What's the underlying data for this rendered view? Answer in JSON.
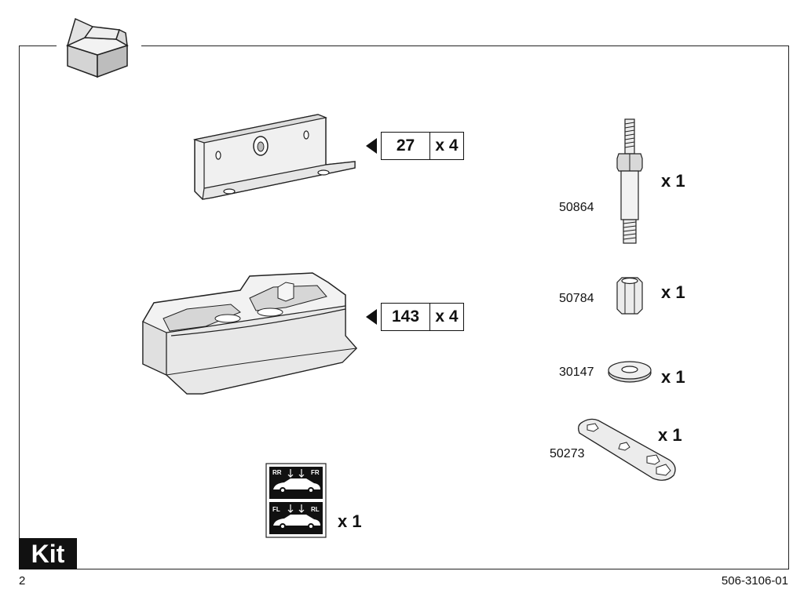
{
  "items": {
    "bracket": {
      "number": "27",
      "quantity": "x 4"
    },
    "foot_pad": {
      "number": "143",
      "quantity": "x 4"
    },
    "bolt": {
      "part_number": "50864",
      "quantity": "x 1"
    },
    "nut": {
      "part_number": "50784",
      "quantity": "x 1"
    },
    "washer": {
      "part_number": "30147",
      "quantity": "x 1"
    },
    "wrench": {
      "part_number": "50273",
      "quantity": "x 1"
    },
    "sticker": {
      "quantity": "x 1",
      "labels": [
        "RR",
        "FR",
        "FL",
        "RL"
      ]
    }
  },
  "kit_label": "Kit",
  "footer": {
    "page": "2",
    "doc_code": "506-3106-01"
  },
  "icons": [
    "open-box-icon",
    "arrow-left-icon"
  ]
}
